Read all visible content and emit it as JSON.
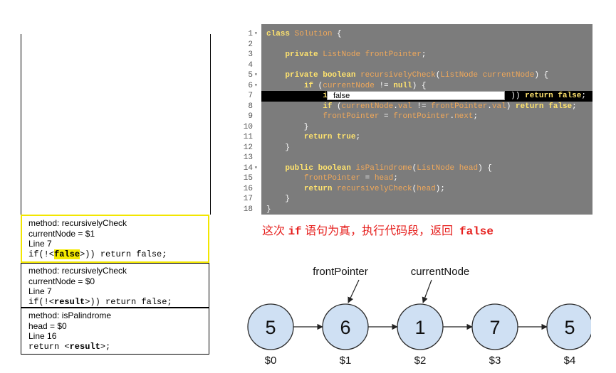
{
  "stack": {
    "frames": [
      {
        "method": "method: recursivelyCheck",
        "var": "currentNode  = $1",
        "line": "Line 7",
        "code_pre": "if(!<",
        "code_hl": "false",
        "code_post": ">)) return false;"
      },
      {
        "method": "method: recursivelyCheck",
        "var": "currentNode  = $0",
        "line": "Line 7",
        "code_pre": "if(!<",
        "code_hl": "result",
        "code_post": ">)) return false;"
      },
      {
        "method": "method: isPalindrome",
        "var": "head = $0",
        "line": "Line 16",
        "code_pre": "return <",
        "code_hl": "result",
        "code_post": ">;"
      }
    ]
  },
  "editor": {
    "tooltip": "false",
    "lines": [
      {
        "n": "1",
        "fold": true,
        "segs": [
          [
            "kw",
            "class"
          ],
          [
            "pu",
            " "
          ],
          [
            "ty",
            "Solution"
          ],
          [
            "pu",
            " {"
          ]
        ]
      },
      {
        "n": "2",
        "segs": []
      },
      {
        "n": "3",
        "segs": [
          [
            "pu",
            "    "
          ],
          [
            "kw",
            "private"
          ],
          [
            "pu",
            " "
          ],
          [
            "ty",
            "ListNode"
          ],
          [
            "pu",
            " "
          ],
          [
            "vr",
            "frontPointer"
          ],
          [
            "pu",
            ";"
          ]
        ]
      },
      {
        "n": "4",
        "segs": []
      },
      {
        "n": "5",
        "fold": true,
        "segs": [
          [
            "pu",
            "    "
          ],
          [
            "kw",
            "private"
          ],
          [
            "pu",
            " "
          ],
          [
            "kw",
            "boolean"
          ],
          [
            "pu",
            " "
          ],
          [
            "fn",
            "recursivelyCheck"
          ],
          [
            "pu",
            "("
          ],
          [
            "ty",
            "ListNode"
          ],
          [
            "pu",
            " "
          ],
          [
            "vr",
            "currentNode"
          ],
          [
            "pu",
            ") {"
          ]
        ]
      },
      {
        "n": "6",
        "fold": true,
        "segs": [
          [
            "pu",
            "        "
          ],
          [
            "kw",
            "if"
          ],
          [
            "pu",
            " ("
          ],
          [
            "vr",
            "currentNode"
          ],
          [
            "pu",
            " != "
          ],
          [
            "kw",
            "null"
          ],
          [
            "pu",
            ") {"
          ]
        ]
      },
      {
        "n": "7",
        "current": true,
        "segs": [
          [
            "pu",
            "            "
          ],
          [
            "kw",
            "if"
          ],
          [
            "pu",
            " (!"
          ],
          [
            "pu",
            "                                   "
          ],
          [
            "pu",
            ")) "
          ],
          [
            "kw",
            "return"
          ],
          [
            "pu",
            " "
          ],
          [
            "kw",
            "false"
          ],
          [
            "pu",
            ";"
          ]
        ]
      },
      {
        "n": "8",
        "segs": [
          [
            "pu",
            "            "
          ],
          [
            "kw",
            "if"
          ],
          [
            "pu",
            " ("
          ],
          [
            "vr",
            "currentNode"
          ],
          [
            "pu",
            "."
          ],
          [
            "vr",
            "val"
          ],
          [
            "pu",
            " != "
          ],
          [
            "vr",
            "frontPointer"
          ],
          [
            "pu",
            "."
          ],
          [
            "vr",
            "val"
          ],
          [
            "pu",
            ") "
          ],
          [
            "kw",
            "return"
          ],
          [
            "pu",
            " "
          ],
          [
            "kw",
            "false"
          ],
          [
            "pu",
            ";"
          ]
        ]
      },
      {
        "n": "9",
        "segs": [
          [
            "pu",
            "            "
          ],
          [
            "vr",
            "frontPointer"
          ],
          [
            "pu",
            " = "
          ],
          [
            "vr",
            "frontPointer"
          ],
          [
            "pu",
            "."
          ],
          [
            "vr",
            "next"
          ],
          [
            "pu",
            ";"
          ]
        ]
      },
      {
        "n": "10",
        "segs": [
          [
            "pu",
            "        }"
          ]
        ]
      },
      {
        "n": "11",
        "segs": [
          [
            "pu",
            "        "
          ],
          [
            "kw",
            "return"
          ],
          [
            "pu",
            " "
          ],
          [
            "kw",
            "true"
          ],
          [
            "pu",
            ";"
          ]
        ]
      },
      {
        "n": "12",
        "segs": [
          [
            "pu",
            "    }"
          ]
        ]
      },
      {
        "n": "13",
        "segs": []
      },
      {
        "n": "14",
        "fold": true,
        "segs": [
          [
            "pu",
            "    "
          ],
          [
            "kw",
            "public"
          ],
          [
            "pu",
            " "
          ],
          [
            "kw",
            "boolean"
          ],
          [
            "pu",
            " "
          ],
          [
            "fn",
            "isPalindrome"
          ],
          [
            "pu",
            "("
          ],
          [
            "ty",
            "ListNode"
          ],
          [
            "pu",
            " "
          ],
          [
            "vr",
            "head"
          ],
          [
            "pu",
            ") {"
          ]
        ]
      },
      {
        "n": "15",
        "segs": [
          [
            "pu",
            "        "
          ],
          [
            "vr",
            "frontPointer"
          ],
          [
            "pu",
            " = "
          ],
          [
            "vr",
            "head"
          ],
          [
            "pu",
            ";"
          ]
        ]
      },
      {
        "n": "16",
        "segs": [
          [
            "pu",
            "        "
          ],
          [
            "kw",
            "return"
          ],
          [
            "pu",
            " "
          ],
          [
            "fn",
            "recursivelyCheck"
          ],
          [
            "pu",
            "("
          ],
          [
            "vr",
            "head"
          ],
          [
            "pu",
            ");"
          ]
        ]
      },
      {
        "n": "17",
        "segs": [
          [
            "pu",
            "    }"
          ]
        ]
      },
      {
        "n": "18",
        "segs": [
          [
            "pu",
            "}"
          ]
        ]
      }
    ]
  },
  "caption": {
    "p1": "这次 ",
    "m1": "if",
    "p2": " 语句为真，执行代码段，返回  ",
    "m2": "false"
  },
  "diagram": {
    "nodes": [
      {
        "value": "5",
        "label": "$0"
      },
      {
        "value": "6",
        "label": "$1"
      },
      {
        "value": "1",
        "label": "$2"
      },
      {
        "value": "7",
        "label": "$3"
      },
      {
        "value": "5",
        "label": "$4"
      }
    ],
    "pointers": [
      {
        "name": "frontPointer",
        "target": 1
      },
      {
        "name": "currentNode",
        "target": 2
      }
    ],
    "node_fill": "#cfe0f3",
    "node_stroke": "#2b2b2b"
  }
}
